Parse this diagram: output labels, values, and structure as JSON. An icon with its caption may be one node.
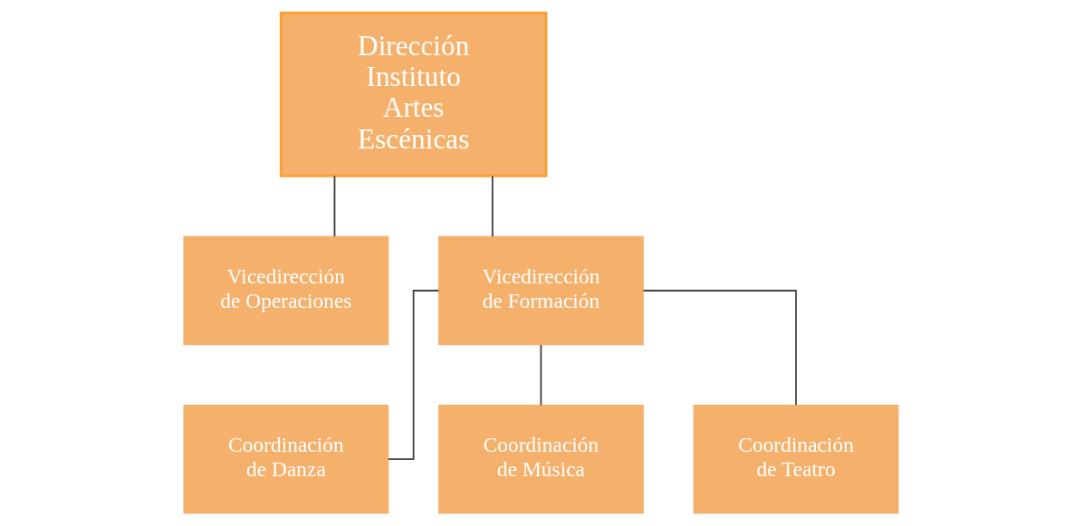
{
  "diagram": {
    "nodes": [
      {
        "text": [
          "Dirección Instituto Artes Escénicas"
        ]
      },
      {
        "text": [
          "Vicedirección de Operaciones"
        ]
      },
      {
        "text": [
          "Vicedirección de Formación"
        ]
      },
      {
        "text": [
          "Coordinación de Danza"
        ]
      },
      {
        "text": [
          "Coordinación de Música"
        ]
      },
      {
        "text": [
          "Coordinación de Teatro"
        ]
      }
    ],
    "edges": [
      {
        "from": 0,
        "to": 1,
        "arrow": "none"
      },
      {
        "from": 0,
        "to": 2,
        "arrow": "none"
      },
      {
        "from": 2,
        "to": 3,
        "arrow": "none"
      },
      {
        "from": 2,
        "to": 4,
        "arrow": "none"
      },
      {
        "from": 2,
        "to": 5,
        "arrow": "none"
      }
    ]
  }
}
